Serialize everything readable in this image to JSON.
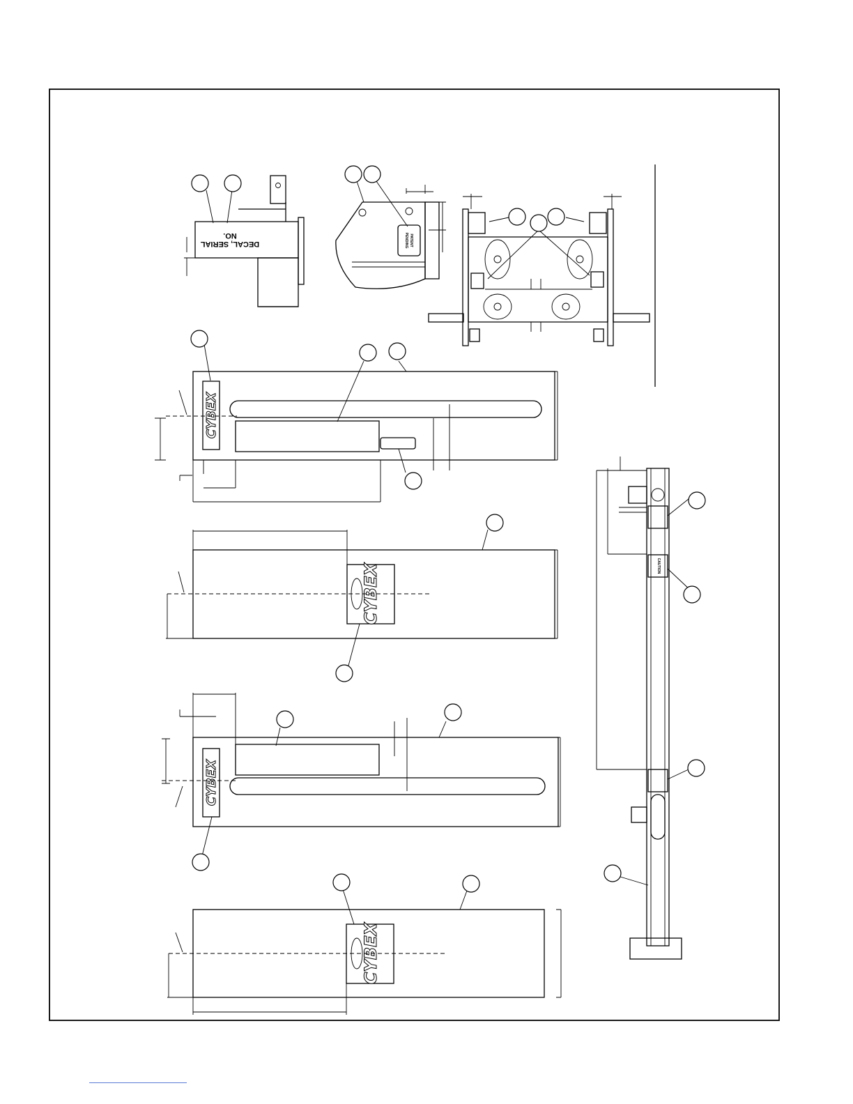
{
  "drawing": {
    "decal_serial_label": [
      "DECAL, SERIAL",
      "NO."
    ],
    "patent_label": [
      "PATENT",
      "PENDING"
    ],
    "brand_logo": "CYBEX",
    "caution_label": "CAUTION",
    "callout_count": 22
  },
  "colors": {
    "line": "#000000",
    "background": "#ffffff",
    "footer_rule": "#5b7bd5"
  }
}
